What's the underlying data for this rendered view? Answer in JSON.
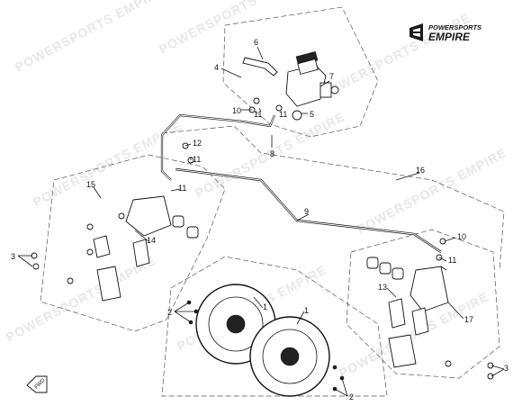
{
  "logo": {
    "top": "POWERSPORTS",
    "main": "EMPIRE"
  },
  "watermark_text": "POWERSPORTS EMPIRE",
  "direction_label": "FWD",
  "callouts": {
    "c1a": "1",
    "c1b": "1",
    "c2a": "2",
    "c2b": "2",
    "c3a": "3",
    "c3b": "3",
    "c4": "4",
    "c5": "5",
    "c6": "6",
    "c7": "7",
    "c8": "8",
    "c9": "9",
    "c10a": "10",
    "c10b": "10",
    "c11a": "11",
    "c11b": "11",
    "c11c": "11",
    "c11d": "11",
    "c11e": "11",
    "c12": "12",
    "c13": "13",
    "c14": "14",
    "c15": "15",
    "c16": "16",
    "c17": "17"
  },
  "colors": {
    "line": "#111111",
    "dash": "#555555",
    "watermark": "#bdbdbd"
  }
}
